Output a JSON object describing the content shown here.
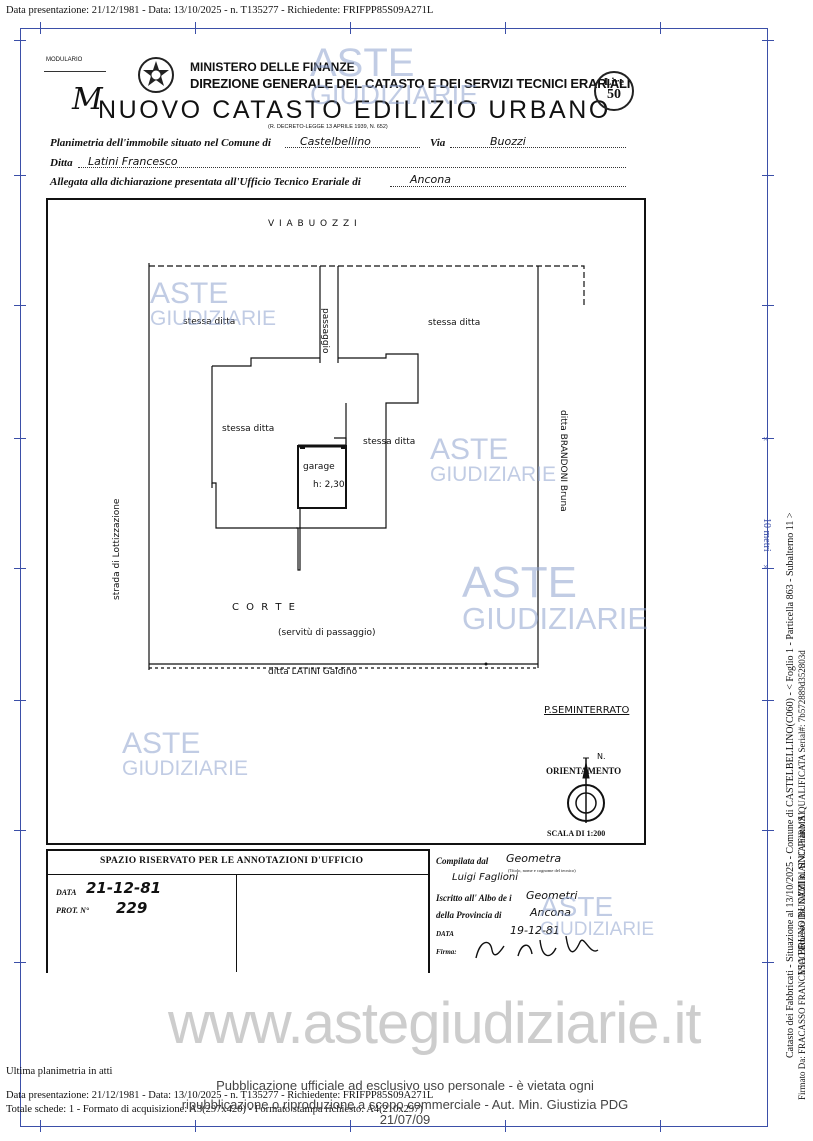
{
  "header_line": "Data presentazione: 21/12/1981 - Data: 13/10/2025 - n. T135277 - Richiedente: FRIFPP85S09A271L",
  "form": {
    "modulario": "MODULARIO",
    "ministry": "MINISTERO DELLE FINANZE",
    "directorate": "DIREZIONE GENERALE DEL CATASTO E DEI SERVIZI TECNICI ERARIALI",
    "title": "NUOVO CATASTO EDILIZIO URBANO",
    "corner_mark": "M",
    "lire_label": "Lire",
    "lire_value": "50",
    "law_ref": "(R. DECRETO-LEGGE 13 APRILE 1939, N. 652)",
    "planimetria_label": "Planimetria dell'immobile situato nel Comune di",
    "comune": "Castelbellino",
    "via_label": "Via",
    "via": "Buozzi",
    "ditta_label": "Ditta",
    "ditta": "Latini  Francesco",
    "allegata_label": "Allegata alla dichiarazione presentata all'Ufficio Tecnico Erariale di",
    "ufficio": "Ancona"
  },
  "plan": {
    "street_top": "V I A    B U O Z Z I",
    "label_stessa_ditta_1": "stessa ditta",
    "label_stessa_ditta_2": "stessa ditta",
    "label_stessa_ditta_3": "stessa ditta",
    "label_stessa_ditta_4": "stessa ditta",
    "passaggio": "passaggio",
    "garage": "garage",
    "garage_h": "h: 2,30",
    "corte": "C   O   R   T   E",
    "servitu": "(servitù di passaggio)",
    "strada_lottizzazione": "strada di Lottizzazione",
    "ditta_right": "ditta BRANDONI Bruna",
    "ditta_bottom": "ditta LATINI Galdino",
    "floor": "P.SEMINTERRATO",
    "north": "N.",
    "orientamento": "ORIENTAMENTO",
    "scala": "SCALA DI 1:200"
  },
  "office": {
    "heading": "SPAZIO RISERVATO PER LE ANNOTAZIONI D'UFFICIO",
    "data_label": "DATA",
    "data_value": "21-12-81",
    "prot_label": "PROT. N°",
    "prot_value": "229"
  },
  "compiler": {
    "compilata_label": "Compilata dal",
    "role": "Geometra",
    "note": "(Titolo, nome e cognome del tecnico)",
    "name": "Luigi  Faglioni",
    "iscritto_label": "Iscritto all' Albo de i",
    "albo": "Geometri",
    "provincia_label": "della Provincia di",
    "provincia": "Ancona",
    "data_label": "DATA",
    "data_value": "19-12-81",
    "firma_label": "Firma:"
  },
  "side": {
    "scale_bar": "10 metri",
    "vertical_1": "Catasto dei Fabbricati - Situazione al 13/10/2025 - Comune di CASTELBELLINO(C060) - < Foglio 1 - Particella 863 - Subalterno 11 >",
    "vertical_2": "VIA BRUNO BUOZZI n. SNC Piano S1",
    "vertical_3": "Firmato Da: FRACASSO FRANCESCO Emesso Da: NAMIRIAL CA FIRMA QUALIFICATA Serial#: 7b572889d352803d"
  },
  "watermark": {
    "line1": "ASTE",
    "line2": "GIUDIZIARIE",
    "site": "www.astegiudiziarie.it",
    "notice_1": "Pubblicazione ufficiale ad esclusivo uso personale - è vietata ogni",
    "notice_2": "ripubblicazione o riproduzione a scopo commerciale - Aut. Min. Giustizia PDG 21/07/09"
  },
  "footer": {
    "ultima": "Ultima planimetria in atti",
    "line1": "Data presentazione: 21/12/1981 - Data: 13/10/2025 - n. T135277 - Richiedente: FRIFPP85S09A271L",
    "line2": "Totale schede: 1 - Formato di acquisizione: A3(297x420) - Formato stampa richiesto: A4(210x297)"
  },
  "colors": {
    "frame": "#3b4fa8",
    "watermark": "#8fa3cf"
  }
}
